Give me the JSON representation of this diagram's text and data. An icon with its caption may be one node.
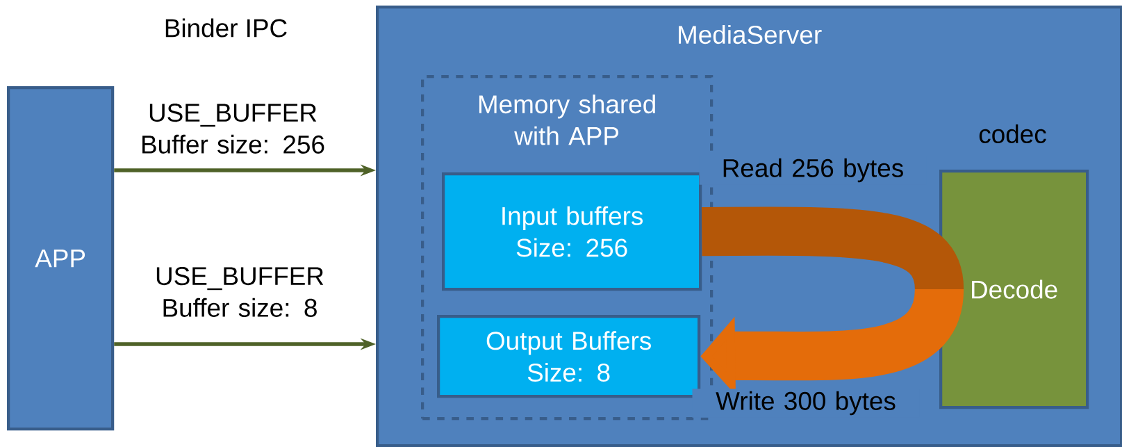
{
  "diagram": {
    "nodes": [
      {
        "text": [
          "APP"
        ]
      },
      {
        "text": [
          "MediaServer"
        ]
      },
      {
        "text": [
          "Memory shared with APP"
        ],
        "in": 1
      },
      {
        "text": [
          "Input buffers Size: 256"
        ],
        "in": 2
      },
      {
        "text": [
          "Output Buffers Size: 8"
        ],
        "in": 2
      },
      {
        "text": [
          "codec",
          "Decode"
        ],
        "in": 1
      }
    ],
    "edges": [
      {
        "from": 0,
        "to": 1,
        "arrow": "to",
        "label": "USE_BUFFER Buffer size: 256",
        "color": "#4f6228"
      },
      {
        "from": 0,
        "to": 1,
        "arrow": "to",
        "label": "USE_BUFFER Buffer size: 8",
        "color": "#4f6228"
      },
      {
        "from": 3,
        "to": 5,
        "arrow": "none",
        "label": "Read 256 bytes",
        "style": "thick",
        "color": "#b45708"
      },
      {
        "from": 5,
        "to": 4,
        "arrow": "to",
        "label": "Write 300 bytes",
        "style": "thick",
        "color": "#e46c0a"
      }
    ],
    "labels": [
      "Binder IPC"
    ]
  }
}
